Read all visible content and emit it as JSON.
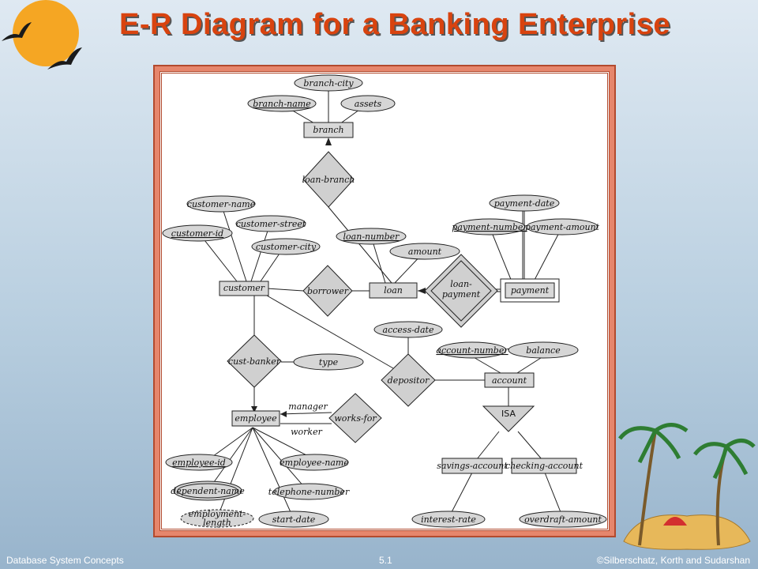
{
  "title": "E-R Diagram for a Banking Enterprise",
  "footer": {
    "left": "Database System Concepts",
    "center": "5.1",
    "right": "©Silberschatz, Korth and Sudarshan"
  },
  "entities": {
    "branch": "branch",
    "customer": "customer",
    "loan": "loan",
    "payment": "payment",
    "employee": "employee",
    "account": "account",
    "savings_account": "savings-account",
    "checking_account": "checking-account"
  },
  "relationships": {
    "loan_branch": "loan-branch",
    "borrower": "borrower",
    "loan_payment_1": "loan-",
    "loan_payment_2": "payment",
    "cust_banker": "cust-banker",
    "depositor": "depositor",
    "works_for": "works-for",
    "isa": "ISA"
  },
  "attributes": {
    "branch_city": "branch-city",
    "branch_name": "branch-name",
    "assets": "assets",
    "customer_name": "customer-name",
    "customer_street": "customer-street",
    "customer_id": "customer-id",
    "customer_city": "customer-city",
    "loan_number": "loan-number",
    "amount": "amount",
    "payment_date": "payment-date",
    "payment_number": "payment-number",
    "payment_amount": "payment-amount",
    "access_date": "access-date",
    "account_number": "account-number",
    "balance": "balance",
    "type": "type",
    "employee_id": "employee-id",
    "employee_name": "employee-name",
    "dependent_name": "dependent-name",
    "telephone_number": "telephone-number",
    "employment_length_1": "employment-",
    "employment_length_2": "length",
    "start_date": "start-date",
    "interest_rate": "interest-rate",
    "overdraft_amount": "overdraft-amount"
  },
  "roles": {
    "manager": "manager",
    "worker": "worker"
  },
  "colors": {
    "title": "#d8430f",
    "frame": "#e6866c",
    "shape_fill": "#d6d6d6"
  }
}
